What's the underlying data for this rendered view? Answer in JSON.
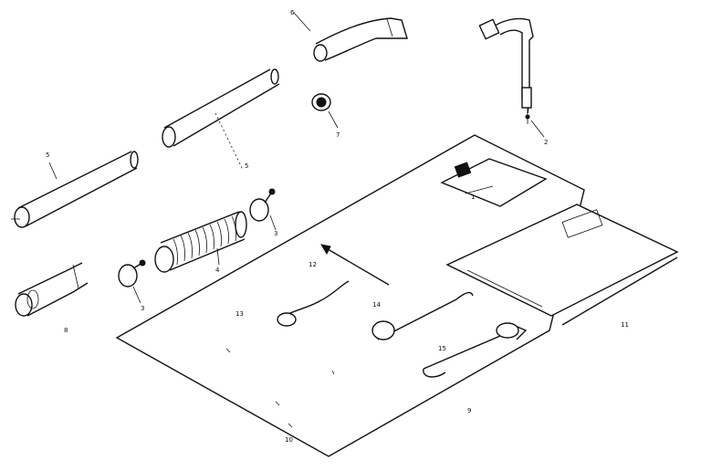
{
  "figure": {
    "callouts": [
      {
        "id": "c1",
        "text": "1"
      },
      {
        "id": "c2",
        "text": "2"
      },
      {
        "id": "c3a",
        "text": "3"
      },
      {
        "id": "c3b",
        "text": "3"
      },
      {
        "id": "c4",
        "text": "4"
      },
      {
        "id": "c5a",
        "text": "5"
      },
      {
        "id": "c5b",
        "text": "5"
      },
      {
        "id": "c6",
        "text": "6"
      },
      {
        "id": "c7",
        "text": "7"
      },
      {
        "id": "c8",
        "text": "8"
      },
      {
        "id": "c9",
        "text": "9"
      },
      {
        "id": "c10",
        "text": "10"
      },
      {
        "id": "c11",
        "text": "11"
      },
      {
        "id": "c12",
        "text": "12"
      },
      {
        "id": "c13",
        "text": "13"
      },
      {
        "id": "c14",
        "text": "14"
      },
      {
        "id": "c15",
        "text": "15"
      }
    ]
  }
}
